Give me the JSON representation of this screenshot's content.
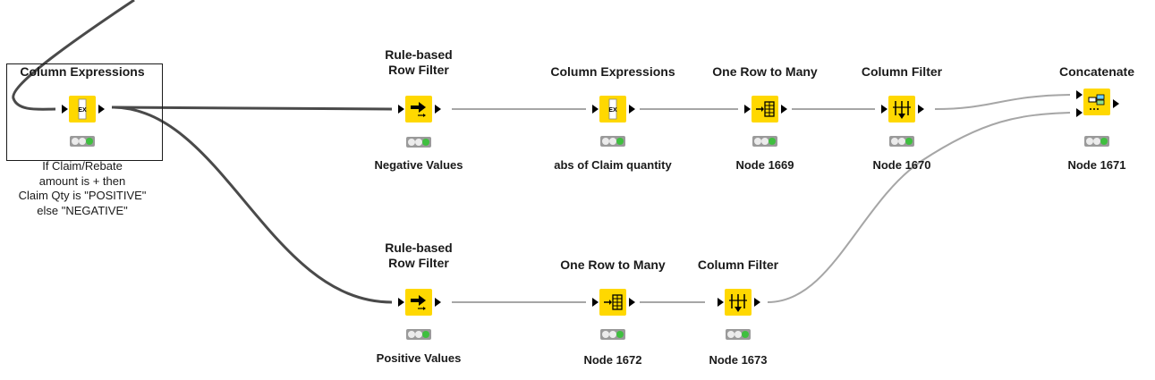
{
  "nodes": {
    "n1": {
      "title": "Column Expressions",
      "label_lines": [
        "If Claim/Rebate",
        "amount is + then",
        "Claim Qty is \"POSITIVE\"",
        "else \"NEGATIVE\""
      ],
      "icon": "column-expressions-icon"
    },
    "n2": {
      "title_lines": [
        "Rule-based",
        "Row Filter"
      ],
      "label": "Negative Values",
      "icon": "rule-based-row-filter-icon"
    },
    "n3": {
      "title": "Column Expressions",
      "label": "abs of Claim quantity",
      "icon": "column-expressions-icon"
    },
    "n4": {
      "title": "One Row to Many",
      "label": "Node 1669",
      "icon": "one-row-to-many-icon"
    },
    "n5": {
      "title": "Column Filter",
      "label": "Node 1670",
      "icon": "column-filter-icon"
    },
    "n6": {
      "title": "Concatenate",
      "label": "Node 1671",
      "icon": "concatenate-icon"
    },
    "n7": {
      "title_lines": [
        "Rule-based",
        "Row Filter"
      ],
      "label": "Positive Values",
      "icon": "rule-based-row-filter-icon"
    },
    "n8": {
      "title": "One Row to Many",
      "label": "Node 1672",
      "icon": "one-row-to-many-icon"
    },
    "n9": {
      "title": "Column Filter",
      "label": "Node 1673",
      "icon": "column-filter-icon"
    }
  },
  "colors": {
    "node_yellow": "#ffd800",
    "status_green": "#3fbf3f",
    "status_gray": "#9a9a9a",
    "connection_dark": "#4a4a4a",
    "connection_light": "#a6a6a6"
  }
}
